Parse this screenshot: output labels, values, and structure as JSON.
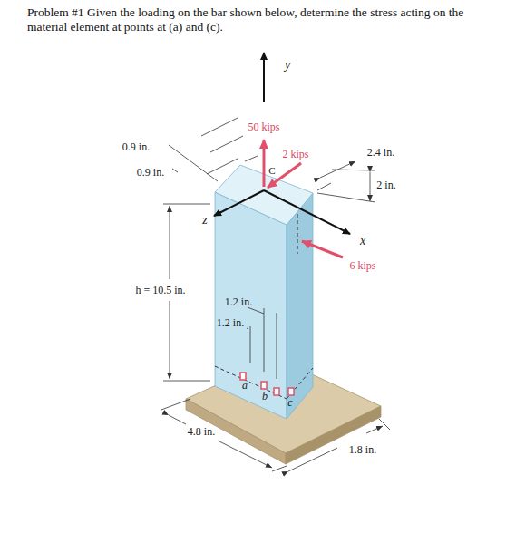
{
  "diagram": {
    "title": "Problem #1 Given the loading on the bar shown below, determine the stress acting on the material element at points at (a) and (c).",
    "labels": [
      "y",
      "50 kips",
      "2 kips",
      "C",
      "2.4 in.",
      "0.9 in.",
      "0.9 in.",
      "2 in.",
      "z",
      "x",
      "6 kips",
      "h = 10.5 in.",
      "1.2 in.",
      "1.2 in.",
      "a",
      "b",
      "c",
      "4.8 in.",
      "1.8 in."
    ]
  }
}
